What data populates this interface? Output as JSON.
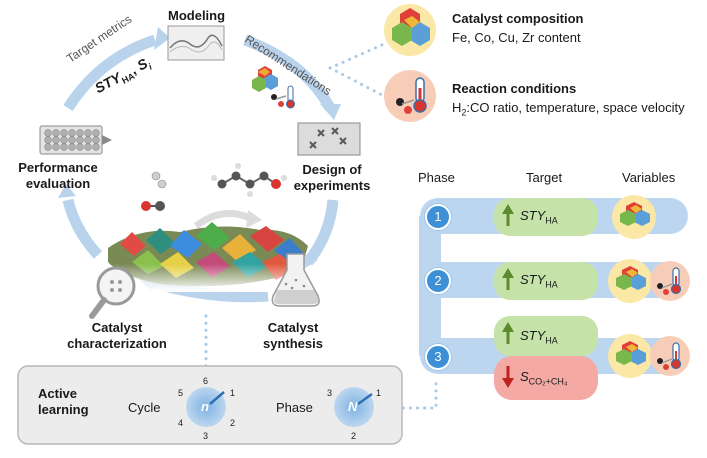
{
  "cycle": {
    "modeling": "Modeling",
    "design": [
      "Design of",
      "experiments"
    ],
    "synthesis": [
      "Catalyst",
      "synthesis"
    ],
    "characterization": [
      "Catalyst",
      "characterization"
    ],
    "evaluation": [
      "Performance",
      "evaluation"
    ],
    "target_metrics": "Target metrics",
    "recommendations": "Recommendations",
    "sty_main": "STY",
    "sty_sub": "HA",
    "s_main": "S",
    "s_sub": "i",
    "metric_sep": ","
  },
  "legend": {
    "composition_title": "Catalyst composition",
    "composition_desc": "Fe, Co, Cu, Zr content",
    "conditions_title": "Reaction conditions",
    "conditions_desc_pre": "H",
    "conditions_desc_sub": "2",
    "conditions_desc_post": ":CO ratio, temperature, space velocity"
  },
  "phase_table": {
    "headers": [
      "Phase",
      "Target",
      "Variables"
    ],
    "rows": [
      {
        "phase": "1",
        "targets": [
          {
            "dir": "up",
            "main": "STY",
            "sub": "HA"
          }
        ],
        "variables": [
          "catalyst-composition"
        ]
      },
      {
        "phase": "2",
        "targets": [
          {
            "dir": "up",
            "main": "STY",
            "sub": "HA"
          }
        ],
        "variables": [
          "catalyst-composition",
          "reaction-conditions"
        ]
      },
      {
        "phase": "3",
        "targets": [
          {
            "dir": "up",
            "main": "STY",
            "sub": "HA"
          },
          {
            "dir": "down",
            "main": "S",
            "sub": "CO₂+CH₄"
          }
        ],
        "variables": [
          "catalyst-composition",
          "reaction-conditions"
        ]
      }
    ]
  },
  "active_learning": {
    "title": [
      "Active",
      "learning"
    ],
    "cycle_label": "Cycle",
    "cycle_symbol": "n",
    "cycle_ticks": [
      "6",
      "1",
      "2",
      "3",
      "4",
      "5"
    ],
    "phase_label": "Phase",
    "phase_symbol": "N",
    "phase_ticks": [
      "1",
      "2",
      "3"
    ]
  },
  "colors": {
    "arrow_blue": "#b9d3ec",
    "phase_blue": "#3d8fd6",
    "target_green": "#c5e3a8",
    "target_red": "#f4a9a4",
    "variable_yellow": "#fbe7a6",
    "variable_peach": "#f7cdb7",
    "up_arrow": "#5e8a2d",
    "down_arrow": "#c0221f"
  }
}
